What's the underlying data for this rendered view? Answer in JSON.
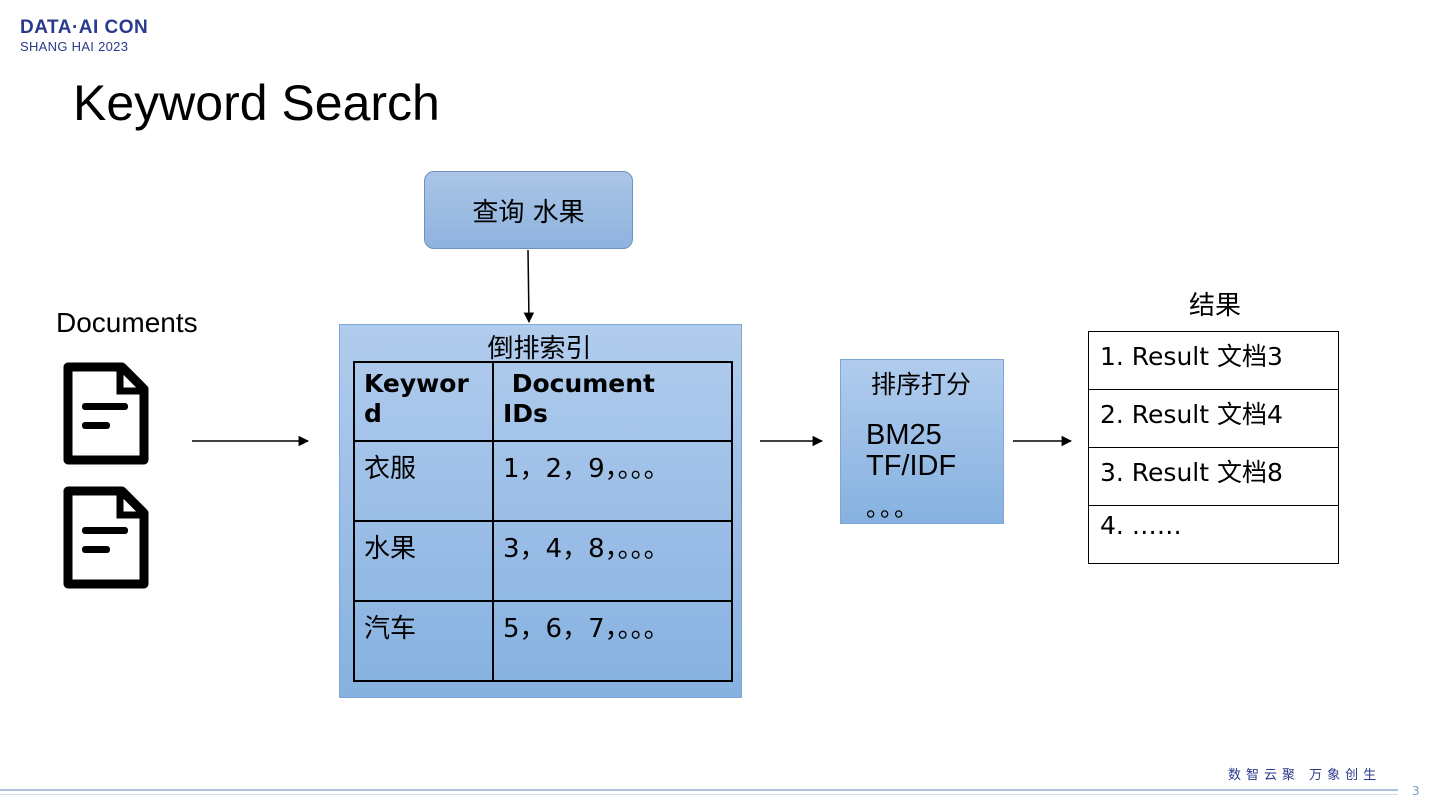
{
  "logo": {
    "line1": "DATA·AI CON",
    "line2": "SHANG HAI 2023"
  },
  "slide": {
    "title": "Keyword Search",
    "page_number": "3"
  },
  "documents": {
    "label": "Documents",
    "icons": [
      "document-icon",
      "document-icon"
    ]
  },
  "query": {
    "label": "查询 水果"
  },
  "inverted_index": {
    "title": "倒排索引",
    "headers": [
      "Keywor\nd",
      " Document\nIDs"
    ],
    "rows": [
      {
        "keyword": "衣服",
        "ids": "1，2，9，。。。"
      },
      {
        "keyword": "水果",
        "ids": "3，4，8，。。。"
      },
      {
        "keyword": "汽车",
        "ids": "5，6，7，。。。"
      }
    ]
  },
  "ranking": {
    "title": "排序打分",
    "line1": "BM25",
    "line2": "TF/IDF",
    "line3": "。。。"
  },
  "results": {
    "label": "结果",
    "items": [
      "1. Result 文档3",
      "2. Result 文档4",
      "3. Result 文档8",
      "4. ……"
    ]
  },
  "footer": {
    "slogan": "数智云聚  万象创生"
  }
}
